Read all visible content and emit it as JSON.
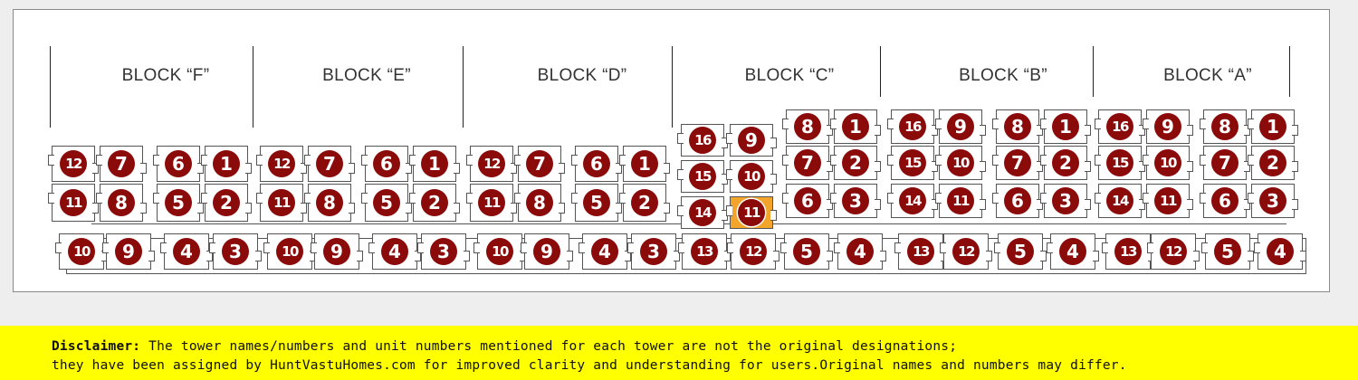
{
  "blocks": [
    {
      "label": "BLOCK “F”"
    },
    {
      "label": "BLOCK “E”"
    },
    {
      "label": "BLOCK “D”"
    },
    {
      "label": "BLOCK “C”"
    },
    {
      "label": "BLOCK “B”"
    },
    {
      "label": "BLOCK “A”"
    }
  ],
  "units": {
    "F": {
      "upper": [
        "12",
        "7",
        "6",
        "1"
      ],
      "middle": [
        "11",
        "8",
        "5",
        "2"
      ],
      "bottom": [
        "10",
        "9",
        "4",
        "3"
      ]
    },
    "E": {
      "upper": [
        "12",
        "7",
        "6",
        "1"
      ],
      "middle": [
        "11",
        "8",
        "5",
        "2"
      ],
      "bottom": [
        "10",
        "9",
        "4",
        "3"
      ]
    },
    "D": {
      "upper": [
        "12",
        "7",
        "6",
        "1"
      ],
      "middle": [
        "11",
        "8",
        "5",
        "2"
      ],
      "bottom": [
        "10",
        "9",
        "4",
        "3"
      ]
    },
    "C": {
      "r1": [
        "16",
        "9"
      ],
      "r2": [
        "15",
        "10"
      ],
      "r3": [
        "14",
        "11"
      ],
      "right": [
        [
          "8",
          "1"
        ],
        [
          "7",
          "2"
        ],
        [
          "6",
          "3"
        ]
      ],
      "bottom": [
        "13",
        "12",
        "5",
        "4"
      ]
    },
    "B": {
      "rows": [
        [
          "16",
          "9",
          "8",
          "1"
        ],
        [
          "15",
          "10",
          "7",
          "2"
        ],
        [
          "14",
          "11",
          "6",
          "3"
        ]
      ],
      "bottom": [
        "13",
        "12",
        "5",
        "4"
      ]
    },
    "A": {
      "rows": [
        [
          "16",
          "9",
          "8",
          "1"
        ],
        [
          "15",
          "10",
          "7",
          "2"
        ],
        [
          "14",
          "11",
          "6",
          "3"
        ]
      ],
      "bottom": [
        "13",
        "12",
        "5",
        "4"
      ]
    }
  },
  "highlighted_unit": {
    "block": "C",
    "unit": "11",
    "color": "#f2a52a"
  },
  "badge_color": "#8b0a0a",
  "disclaimer": {
    "heading": "Disclaimer:",
    "text1": " The tower names/numbers and unit numbers mentioned for each tower are not the original designations;",
    "text2": "they have been assigned by HuntVastuHomes.com for improved clarity and understanding for users.Original names and numbers may differ."
  }
}
